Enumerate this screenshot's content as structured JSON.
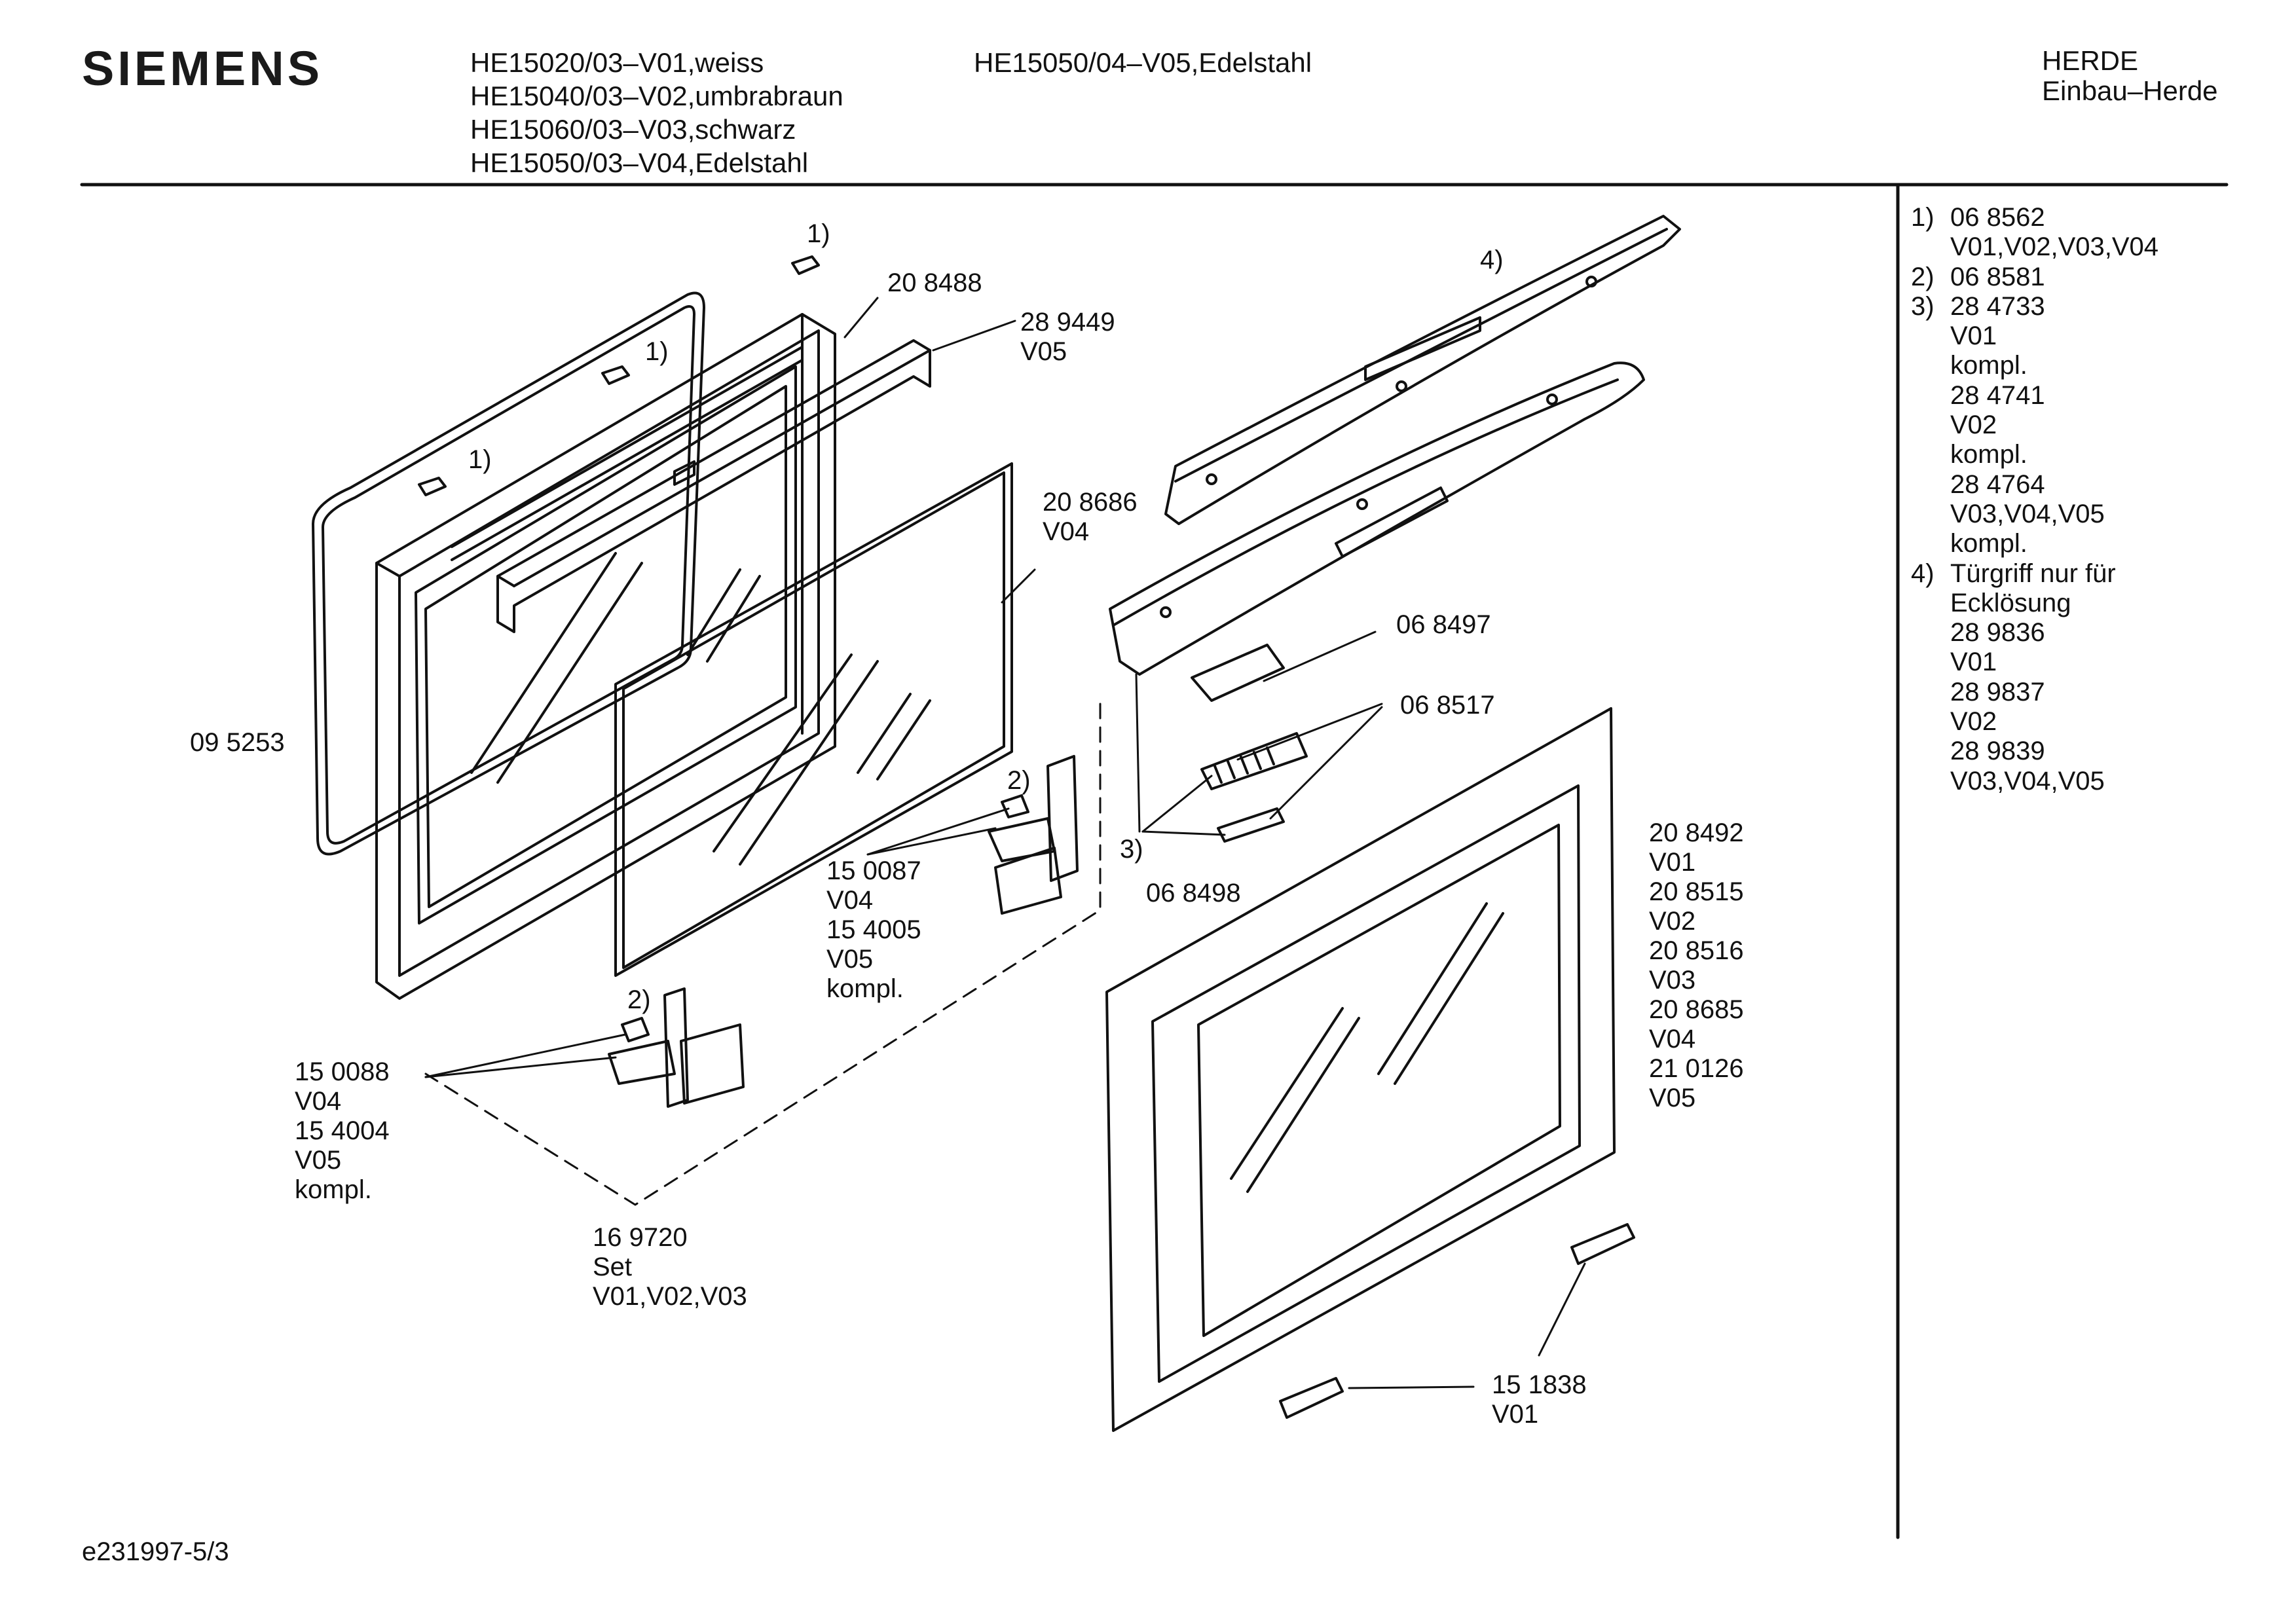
{
  "header": {
    "brand": "SIEMENS",
    "models_col1": [
      "HE15020/03–V01,weiss",
      "HE15040/03–V02,umbrabraun",
      "HE15060/03–V03,schwarz",
      "HE15050/03–V04,Edelstahl"
    ],
    "models_col2": [
      "HE15050/04–V05,Edelstahl"
    ],
    "category": [
      "HERDE",
      "Einbau–Herde"
    ]
  },
  "callouts": {
    "fn1_a": "1)",
    "fn1_b": "1)",
    "fn1_c": "1)",
    "fn4": "4)",
    "fn2_a": "2)",
    "fn2_b": "2)",
    "fn3": "3)",
    "p208488": "20 8488",
    "p289449": [
      "28 9449",
      "V05"
    ],
    "p208686": [
      "20 8686",
      "V04"
    ],
    "p095253": "09 5253",
    "p068497": "06 8497",
    "p068517": "06 8517",
    "p068498": "06 8498",
    "p150087": [
      "15 0087",
      "V04",
      "15 4005",
      "V05",
      "kompl."
    ],
    "p150088": [
      "15 0088",
      "V04",
      "15 4004",
      "V05",
      "kompl."
    ],
    "p169720": [
      "16 9720",
      "Set",
      "V01,V02,V03"
    ],
    "p208492": [
      "20 8492",
      "V01",
      "20 8515",
      "V02",
      "20 8516",
      "V03",
      "20 8685",
      "V04",
      "21 0126",
      "V05"
    ],
    "p151838": [
      "15 1838",
      "V01"
    ]
  },
  "legend": [
    {
      "mark": "1)",
      "text": "06 8562"
    },
    {
      "mark": "",
      "text": "V01,V02,V03,V04"
    },
    {
      "mark": "2)",
      "text": "06 8581"
    },
    {
      "mark": "3)",
      "text": "28 4733"
    },
    {
      "mark": "",
      "text": "V01"
    },
    {
      "mark": "",
      "text": "kompl."
    },
    {
      "mark": "",
      "text": "28 4741"
    },
    {
      "mark": "",
      "text": "V02"
    },
    {
      "mark": "",
      "text": "kompl."
    },
    {
      "mark": "",
      "text": "28 4764"
    },
    {
      "mark": "",
      "text": "V03,V04,V05"
    },
    {
      "mark": "",
      "text": "kompl."
    },
    {
      "mark": "4)",
      "text": "Türgriff nur für"
    },
    {
      "mark": "",
      "text": "Ecklösung"
    },
    {
      "mark": "",
      "text": "28 9836"
    },
    {
      "mark": "",
      "text": "V01"
    },
    {
      "mark": "",
      "text": "28 9837"
    },
    {
      "mark": "",
      "text": "V02"
    },
    {
      "mark": "",
      "text": "28 9839"
    },
    {
      "mark": "",
      "text": "V03,V04,V05"
    }
  ],
  "footer": {
    "drawing_id": "e231997-5/3"
  }
}
